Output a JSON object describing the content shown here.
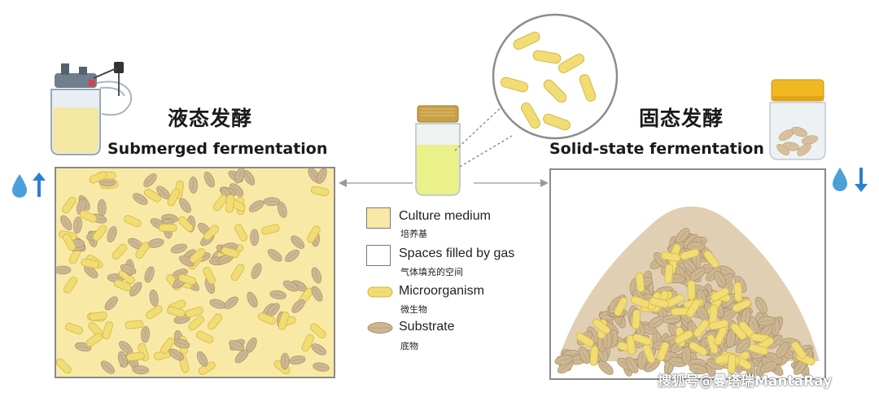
{
  "submerged": {
    "title_cn": "液态发酵",
    "title_en": "Submerged fermentation"
  },
  "solid_state": {
    "title_cn": "固态发酵",
    "title_en": "Solid-state fermentation"
  },
  "legend": [
    {
      "label": "Culture medium",
      "sub": "培养基"
    },
    {
      "label": "Spaces filled by gas",
      "sub": "气体填充的空间"
    },
    {
      "label": "Microorganism",
      "sub": "微生物"
    },
    {
      "label": "Substrate",
      "sub": "底物"
    }
  ],
  "watermark": "搜狐号@曼塔瑞MantaRay",
  "colors": {
    "culture_medium": "#f8eaa6",
    "microorganism": "#f2dc74",
    "substrate": "#cdb793",
    "water_drop": "#4aa0d8",
    "arrow_blue": "#2d7fd0"
  },
  "icons": [
    "bioreactor-icon",
    "jar-icon",
    "vial-icon",
    "water-drop-icon",
    "arrow-up-icon",
    "arrow-down-icon",
    "magnifier-circle-icon"
  ]
}
